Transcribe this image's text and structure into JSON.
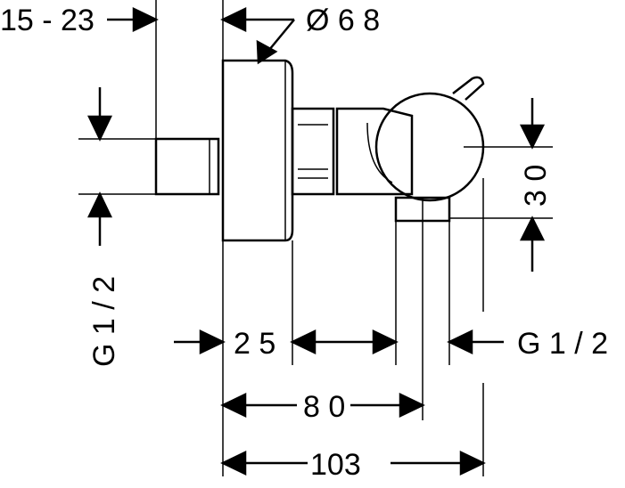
{
  "dimensions": {
    "wall_range": "15 - 23",
    "diameter": "Ø 6 8",
    "thread_left": "G 1 / 2",
    "height_30": "3 0",
    "dim_25": "2 5",
    "thread_bottom": "G 1 / 2",
    "dim_80": "8 0",
    "dim_103": "103"
  }
}
